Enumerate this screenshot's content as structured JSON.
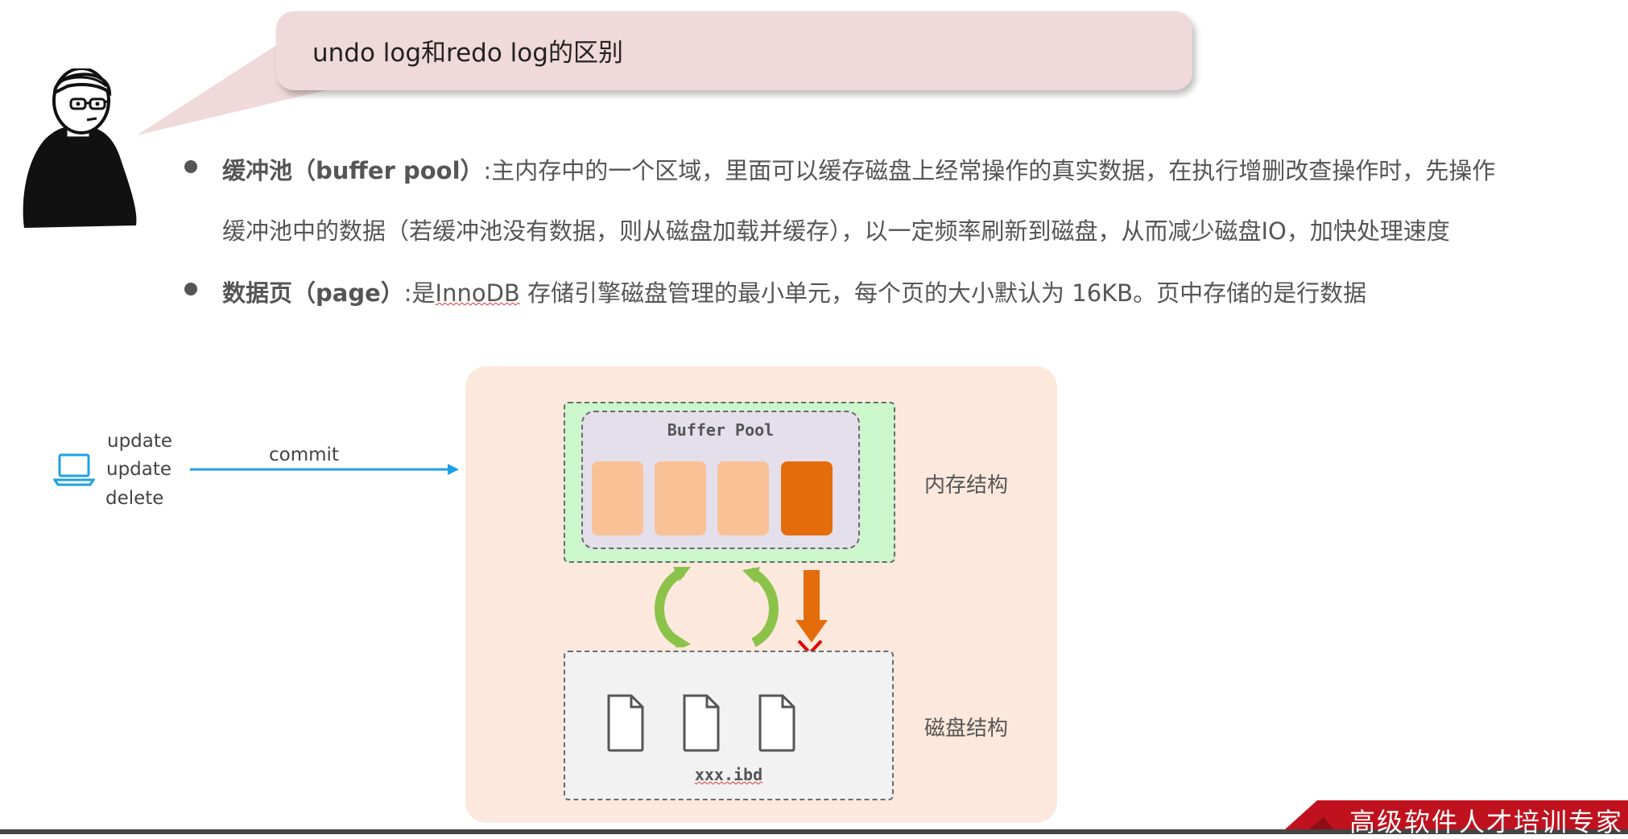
{
  "bubble": {
    "title": "undo log和redo log的区别"
  },
  "bullets": [
    {
      "term": "缓冲池（buffer pool）",
      "line1": ":主内存中的一个区域，里面可以缓存磁盘上经常操作的真实数据，在执行增删改查操作时，先操作",
      "line2": "缓冲池中的数据（若缓冲池没有数据，则从磁盘加载并缓存），以一定频率刷新到磁盘，从而减少磁盘IO，加快处理速度"
    },
    {
      "term": "数据页（page）",
      "pre": ":是",
      "product": "InnoDB",
      "post": " 存储引擎磁盘管理的最小单元，每个页的大小默认为 16KB。页中存储的是行数据"
    }
  ],
  "diagram": {
    "client_ops": [
      "update",
      "update",
      "delete"
    ],
    "arrow_label": "commit",
    "buffer_pool_label": "Buffer Pool",
    "memory_label": "内存结构",
    "disk_label": "磁盘结构",
    "disk_file": "xxx.ibd",
    "colors": {
      "page_light": "#f9c196",
      "page_dirty": "#e46c0a",
      "memory_bg": "#ccf7cc",
      "flush_arrow": "#e46c0a",
      "sync_arrows": "#8bc34a",
      "fail_mark": "#e00000",
      "client_icon": "#1ea0e6"
    }
  },
  "footer": {
    "slogan": "高级软件人才培训专家"
  }
}
